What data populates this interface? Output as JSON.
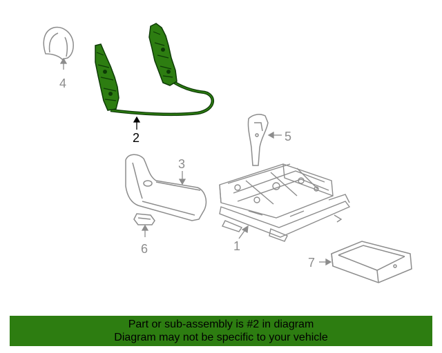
{
  "colors": {
    "highlight_fill": "#2d7d11",
    "highlight_stroke": "#0d3a06",
    "line_art": "#8c8c8c",
    "callout_active": "#000000",
    "callout_inactive": "#8c8c8c",
    "banner_bg": "#2d7d11"
  },
  "callouts": {
    "c1": "1",
    "c2": "2",
    "c3": "3",
    "c4": "4",
    "c5": "5",
    "c6": "6",
    "c7": "7"
  },
  "banner": {
    "line1": "Part or sub-assembly is #2 in diagram",
    "line2": "Diagram may not be specific to your vehicle"
  }
}
